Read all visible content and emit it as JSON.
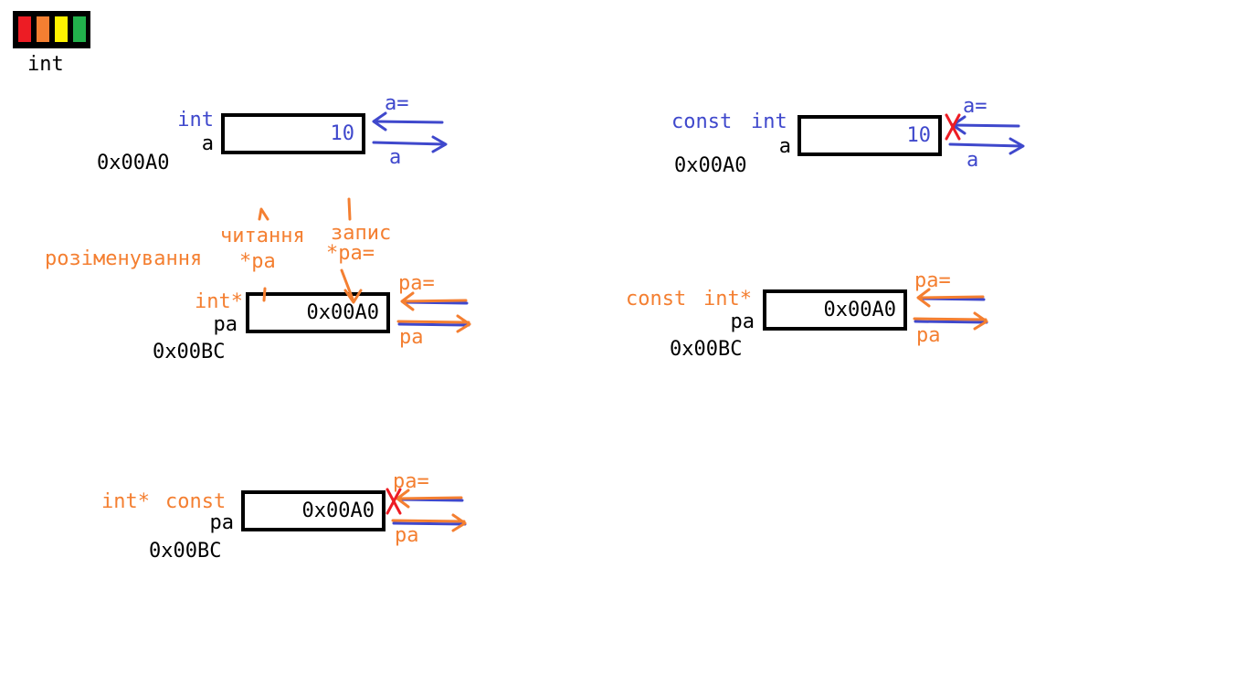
{
  "legend": {
    "label": "int",
    "cell_colors": [
      "#ed1c24",
      "#f47f31",
      "#fff200",
      "#22b14c"
    ]
  },
  "colors": {
    "value_blue": "#3f48cc",
    "pointer_orange": "#f47f31",
    "forbidden_red": "#ed1c24",
    "box_border": "#000000"
  },
  "var_a": {
    "type": "int",
    "name": "a",
    "address": "0x00A0",
    "value": "10",
    "write_op": "a=",
    "read_op": "a"
  },
  "var_const_a": {
    "type_qualifier": "const",
    "type": "int",
    "name": "a",
    "address": "0x00A0",
    "value": "10",
    "write_op": "a=",
    "read_op": "a"
  },
  "var_pa": {
    "type": "int*",
    "name": "pa",
    "address": "0x00BC",
    "value": "0x00A0",
    "write_op": "pa=",
    "read_op": "pa",
    "deref_label": "розіменування",
    "read_label": "читання",
    "read_expr": "*pa",
    "write_label": "запис",
    "write_expr": "*pa="
  },
  "var_const_pa": {
    "type_qualifier": "const",
    "type": "int*",
    "name": "pa",
    "address": "0x00BC",
    "value": "0x00A0",
    "write_op": "pa=",
    "read_op": "pa"
  },
  "var_pa_const": {
    "type": "int*",
    "type_qualifier": "const",
    "name": "pa",
    "address": "0x00BC",
    "value": "0x00A0",
    "write_op": "pa=",
    "read_op": "pa"
  }
}
